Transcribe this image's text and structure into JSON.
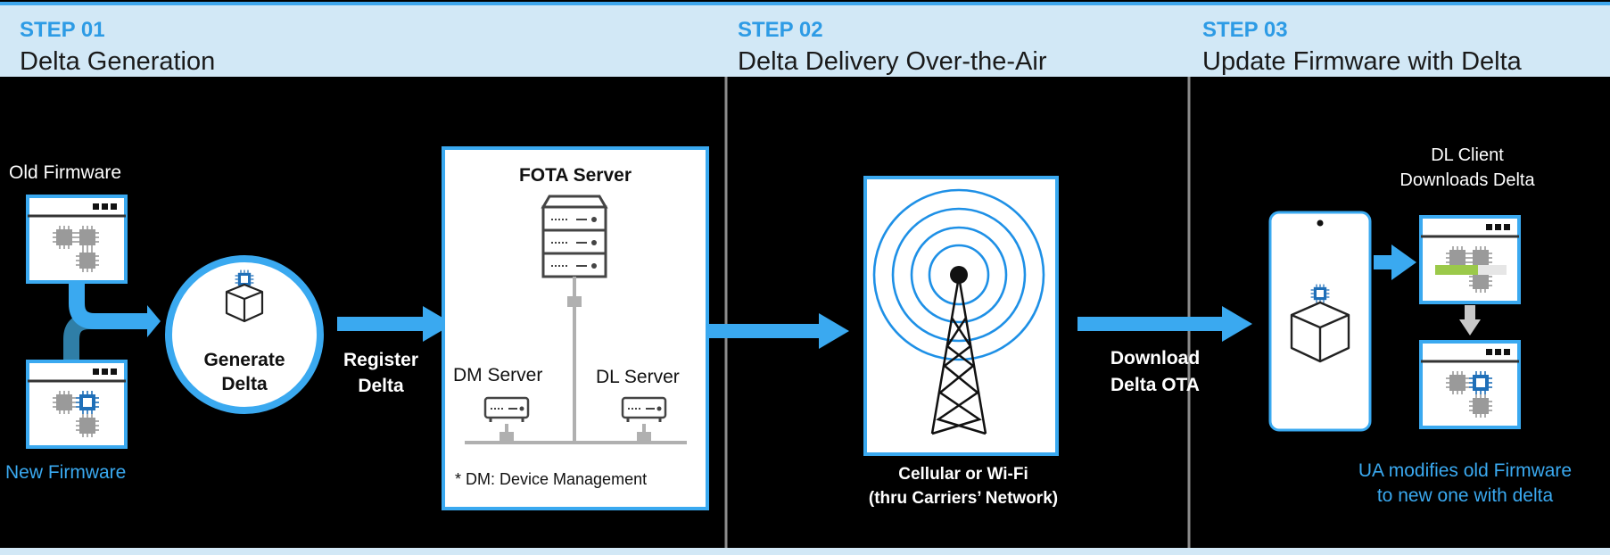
{
  "steps": [
    {
      "step": "STEP 01",
      "title": "Delta Generation"
    },
    {
      "step": "STEP 02",
      "title": "Delta Delivery Over-the-Air"
    },
    {
      "step": "STEP 03",
      "title": "Update Firmware with Delta"
    }
  ],
  "labels": {
    "old_firmware": "Old Firmware",
    "new_firmware": "New Firmware",
    "generate_l1": "Generate",
    "generate_l2": "Delta",
    "register_l1": "Register",
    "register_l2": "Delta",
    "fota_server": "FOTA Server",
    "dm_server": "DM Server",
    "dl_server": "DL Server",
    "dm_note": "* DM: Device Management",
    "cellular_l1": "Cellular or Wi-Fi",
    "cellular_l2": "(thru Carriers’ Network)",
    "download_l1": "Download",
    "download_l2": "Delta OTA",
    "dl_client_l1": "DL Client",
    "dl_client_l2": "Downloads Delta",
    "ua_l1": "UA modifies old Firmware",
    "ua_l2": "to new one with delta"
  },
  "colors": {
    "accent_blue": "#3aa9f0",
    "header_bg": "#d2e8f6",
    "chip_blue": "#1f6fb8",
    "progress_green": "#9bc94a",
    "divider_gray": "#8c8c8c"
  }
}
